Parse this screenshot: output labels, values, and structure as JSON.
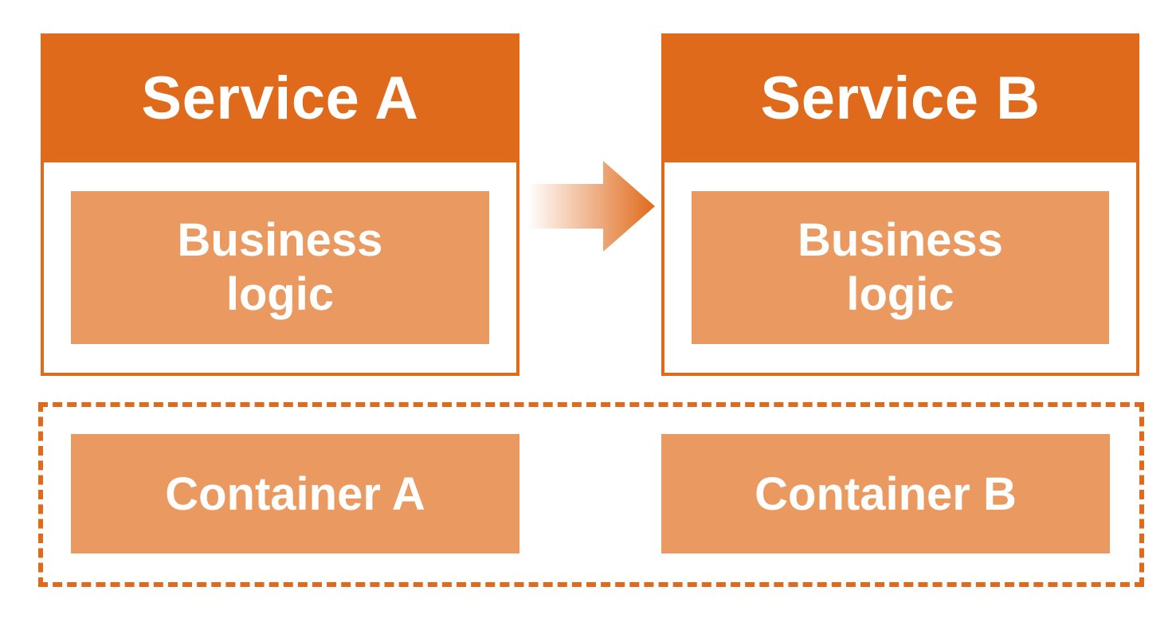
{
  "diagram": {
    "service_a": {
      "title": "Service A",
      "logic_label": "Business logic"
    },
    "service_b": {
      "title": "Service B",
      "logic_label": "Business logic"
    },
    "containers": {
      "a_label": "Container A",
      "b_label": "Container B"
    },
    "colors": {
      "header": "#e06a1b",
      "box": "#ea9a60",
      "text": "#ffffff"
    }
  }
}
